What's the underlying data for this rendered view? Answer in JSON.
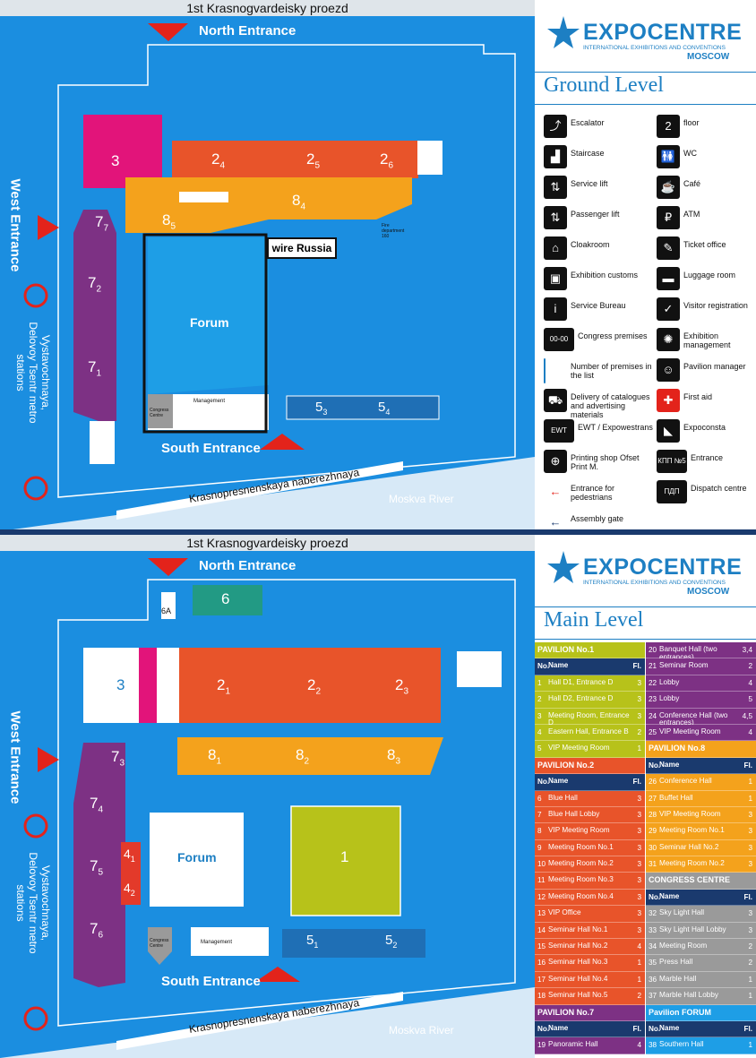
{
  "brand": {
    "name": "EXPOCENTRE",
    "tagline": "INTERNATIONAL EXHIBITIONS AND CONVENTIONS",
    "city": "MOSCOW"
  },
  "colors": {
    "water": "#1b8ee0",
    "river": "#d7e9f7",
    "pav3": "#e2147a",
    "pav2": "#e8542a",
    "pav8": "#f4a21c",
    "pav7": "#7d3184",
    "pav5": "#1f6fb5",
    "forum": "#1e9ee6",
    "pav1": "#b7c21a",
    "pav6": "#229a84",
    "pav4": "#e33a2a",
    "grey": "#9a9a9a"
  },
  "ground": {
    "title": "Ground Level",
    "road_top": "1st Krasnogvardeisky proezd",
    "north": "North Entrance",
    "south": "South Entrance",
    "west": "West Entrance",
    "metro": "Vystavochnaya, Delovoy Tsentr metro stations",
    "embankment": "Krasnopresnenskaya naberezhnaya",
    "river": "Moskva River",
    "highlight": "wire Russia",
    "forum": "Forum",
    "management": "Management",
    "congress": "Congress Centre",
    "fire": "Fire department 160",
    "pavilions": [
      {
        "main": "3",
        "sub": ""
      },
      {
        "main": "2",
        "sub": "4"
      },
      {
        "main": "2",
        "sub": "5"
      },
      {
        "main": "2",
        "sub": "6"
      },
      {
        "main": "8",
        "sub": "4"
      },
      {
        "main": "8",
        "sub": "5"
      },
      {
        "main": "7",
        "sub": "7"
      },
      {
        "main": "7",
        "sub": "2"
      },
      {
        "main": "7",
        "sub": "1"
      },
      {
        "main": "5",
        "sub": "3"
      },
      {
        "main": "5",
        "sub": "4"
      }
    ],
    "legend": [
      {
        "icon": "escalator-icon",
        "glyph": "⤴",
        "label": "Escalator"
      },
      {
        "icon": "floor-icon",
        "glyph": "2",
        "label": "floor"
      },
      {
        "icon": "staircase-icon",
        "glyph": "▟",
        "label": "Staircase"
      },
      {
        "icon": "wc-icon",
        "glyph": "🚻",
        "label": "WC"
      },
      {
        "icon": "service-lift-icon",
        "glyph": "⇅",
        "label": "Service lift"
      },
      {
        "icon": "cafe-icon",
        "glyph": "☕",
        "label": "Café"
      },
      {
        "icon": "passenger-lift-icon",
        "glyph": "⇅",
        "label": "Passenger lift"
      },
      {
        "icon": "atm-icon",
        "glyph": "₽",
        "label": "ATM"
      },
      {
        "icon": "cloakroom-icon",
        "glyph": "⌂",
        "label": "Cloakroom"
      },
      {
        "icon": "ticket-icon",
        "glyph": "✎",
        "label": "Ticket office"
      },
      {
        "icon": "customs-icon",
        "glyph": "▣",
        "label": "Exhibition customs"
      },
      {
        "icon": "luggage-icon",
        "glyph": "▬",
        "label": "Luggage room"
      },
      {
        "icon": "service-bureau-icon",
        "glyph": "i",
        "label": "Service Bureau"
      },
      {
        "icon": "visitor-registration-icon",
        "glyph": "✓",
        "label": "Visitor registration"
      },
      {
        "icon": "congress-premises-icon",
        "glyph": "00-00",
        "label": "Congress premises"
      },
      {
        "icon": "exhibition-management-icon",
        "glyph": "✺",
        "label": "Exhibition management"
      },
      {
        "icon": "premises-number-icon",
        "glyph": "",
        "label": "Number of premises in the list"
      },
      {
        "icon": "pavilion-manager-icon",
        "glyph": "☺",
        "label": "Pavilion manager"
      },
      {
        "icon": "delivery-icon",
        "glyph": "⛟",
        "label": "Delivery of catalogues and advertising materials"
      },
      {
        "icon": "first-aid-icon",
        "glyph": "✚",
        "label": "First aid"
      },
      {
        "icon": "ewt-icon",
        "glyph": "EWT",
        "label": "EWT / Expowestrans"
      },
      {
        "icon": "expoconsta-icon",
        "glyph": "◣",
        "label": "Expoconsta"
      },
      {
        "icon": "printing-icon",
        "glyph": "⊕",
        "label": "Printing shop Ofset Print M."
      },
      {
        "icon": "kpp-icon",
        "glyph": "КПП №5",
        "label": "Entrance"
      },
      {
        "icon": "pedestrian-entrance-icon",
        "glyph": "←",
        "label": "Entrance for pedestrians"
      },
      {
        "icon": "dispatch-icon",
        "glyph": "ПДП",
        "label": "Dispatch centre"
      },
      {
        "icon": "assembly-gate-icon",
        "glyph": "←",
        "label": "Assembly gate"
      }
    ]
  },
  "main": {
    "title": "Main Level",
    "road_top": "1st Krasnogvardeisky proezd",
    "north": "North Entrance",
    "south": "South Entrance",
    "west": "West Entrance",
    "metro": "Vystavochnaya, Delovoy Tsentr metro stations",
    "embankment": "Krasnopresnenskaya naberezhnaya",
    "river": "Moskva River",
    "forum": "Forum",
    "management": "Management",
    "congress": "Congress Centre",
    "pavilions": [
      {
        "main": "6",
        "sub": ""
      },
      {
        "main": "6A",
        "sub": ""
      },
      {
        "main": "3",
        "sub": ""
      },
      {
        "main": "2",
        "sub": "1"
      },
      {
        "main": "2",
        "sub": "2"
      },
      {
        "main": "2",
        "sub": "3"
      },
      {
        "main": "8",
        "sub": "1"
      },
      {
        "main": "8",
        "sub": "2"
      },
      {
        "main": "8",
        "sub": "3"
      },
      {
        "main": "7",
        "sub": "3"
      },
      {
        "main": "7",
        "sub": "4"
      },
      {
        "main": "7",
        "sub": "5"
      },
      {
        "main": "7",
        "sub": "6"
      },
      {
        "main": "4",
        "sub": "1"
      },
      {
        "main": "4",
        "sub": "2"
      },
      {
        "main": "1",
        "sub": ""
      },
      {
        "main": "5",
        "sub": "1"
      },
      {
        "main": "5",
        "sub": "2"
      }
    ],
    "table_left": [
      {
        "kind": "sec",
        "text": "PAVILION No.1",
        "color": "#b7c21a"
      },
      {
        "kind": "hd",
        "n": "No.",
        "t": "Name",
        "f": "Fl."
      },
      {
        "kind": "row",
        "n": "1",
        "t": "Hall D1, Entrance D",
        "f": "3",
        "color": "#b7c21a"
      },
      {
        "kind": "row",
        "n": "2",
        "t": "Hall D2, Entrance D",
        "f": "3",
        "color": "#b7c21a"
      },
      {
        "kind": "row",
        "n": "3",
        "t": "Meeting Room, Entrance D",
        "f": "3",
        "color": "#b7c21a"
      },
      {
        "kind": "row",
        "n": "4",
        "t": "Eastern Hall, Entrance B",
        "f": "2",
        "color": "#b7c21a"
      },
      {
        "kind": "row",
        "n": "5",
        "t": "VIP Meeting Room",
        "f": "1",
        "color": "#b7c21a"
      },
      {
        "kind": "sec",
        "text": "PAVILION No.2",
        "color": "#e8542a"
      },
      {
        "kind": "hd",
        "n": "No.",
        "t": "Name",
        "f": "Fl."
      },
      {
        "kind": "row",
        "n": "6",
        "t": "Blue Hall",
        "f": "3",
        "color": "#e8542a"
      },
      {
        "kind": "row",
        "n": "7",
        "t": "Blue Hall Lobby",
        "f": "3",
        "color": "#e8542a"
      },
      {
        "kind": "row",
        "n": "8",
        "t": "VIP Meeting Room",
        "f": "3",
        "color": "#e8542a"
      },
      {
        "kind": "row",
        "n": "9",
        "t": "Meeting Room No.1",
        "f": "3",
        "color": "#e8542a"
      },
      {
        "kind": "row",
        "n": "10",
        "t": "Meeting Room No.2",
        "f": "3",
        "color": "#e8542a"
      },
      {
        "kind": "row",
        "n": "11",
        "t": "Meeting Room No.3",
        "f": "3",
        "color": "#e8542a"
      },
      {
        "kind": "row",
        "n": "12",
        "t": "Meeting Room No.4",
        "f": "3",
        "color": "#e8542a"
      },
      {
        "kind": "row",
        "n": "13",
        "t": "VIP Office",
        "f": "3",
        "color": "#e8542a"
      },
      {
        "kind": "row",
        "n": "14",
        "t": "Seminar Hall No.1",
        "f": "3",
        "color": "#e8542a"
      },
      {
        "kind": "row",
        "n": "15",
        "t": "Seminar Hall No.2",
        "f": "4",
        "color": "#e8542a"
      },
      {
        "kind": "row",
        "n": "16",
        "t": "Seminar Hall No.3",
        "f": "1",
        "color": "#e8542a"
      },
      {
        "kind": "row",
        "n": "17",
        "t": "Seminar Hall No.4",
        "f": "1",
        "color": "#e8542a"
      },
      {
        "kind": "row",
        "n": "18",
        "t": "Seminar Hall No.5",
        "f": "2",
        "color": "#e8542a"
      },
      {
        "kind": "sec",
        "text": "PAVILION No.7",
        "color": "#7d3184"
      },
      {
        "kind": "hd",
        "n": "No.",
        "t": "Name",
        "f": "Fl."
      },
      {
        "kind": "row",
        "n": "19",
        "t": "Panoramic Hall",
        "f": "4",
        "color": "#7d3184"
      }
    ],
    "table_right": [
      {
        "kind": "row",
        "n": "20",
        "t": "Banquet Hall (two entrances)",
        "f": "3,4",
        "color": "#7d3184"
      },
      {
        "kind": "row",
        "n": "21",
        "t": "Seminar Room",
        "f": "2",
        "color": "#7d3184"
      },
      {
        "kind": "row",
        "n": "22",
        "t": "Lobby",
        "f": "4",
        "color": "#7d3184"
      },
      {
        "kind": "row",
        "n": "23",
        "t": "Lobby",
        "f": "5",
        "color": "#7d3184"
      },
      {
        "kind": "row",
        "n": "24",
        "t": "Conference Hall (two entrances)",
        "f": "4,5",
        "color": "#7d3184"
      },
      {
        "kind": "row",
        "n": "25",
        "t": "VIP Meeting Room",
        "f": "4",
        "color": "#7d3184"
      },
      {
        "kind": "sec",
        "text": "PAVILION No.8",
        "color": "#f4a21c"
      },
      {
        "kind": "hd",
        "n": "No.",
        "t": "Name",
        "f": "Fl."
      },
      {
        "kind": "row",
        "n": "26",
        "t": "Conference Hall",
        "f": "1",
        "color": "#f4a21c"
      },
      {
        "kind": "row",
        "n": "27",
        "t": "Buffet Hall",
        "f": "1",
        "color": "#f4a21c"
      },
      {
        "kind": "row",
        "n": "28",
        "t": "VIP Meeting Room",
        "f": "3",
        "color": "#f4a21c"
      },
      {
        "kind": "row",
        "n": "29",
        "t": "Meeting Room No.1",
        "f": "3",
        "color": "#f4a21c"
      },
      {
        "kind": "row",
        "n": "30",
        "t": "Seminar Hall No.2",
        "f": "3",
        "color": "#f4a21c"
      },
      {
        "kind": "row",
        "n": "31",
        "t": "Meeting Room No.2",
        "f": "3",
        "color": "#f4a21c"
      },
      {
        "kind": "sec",
        "text": "CONGRESS CENTRE",
        "color": "#9a9a9a"
      },
      {
        "kind": "hd",
        "n": "No.",
        "t": "Name",
        "f": "Fl."
      },
      {
        "kind": "row",
        "n": "32",
        "t": "Sky Light Hall",
        "f": "3",
        "color": "#9a9a9a"
      },
      {
        "kind": "row",
        "n": "33",
        "t": "Sky Light Hall Lobby",
        "f": "3",
        "color": "#9a9a9a"
      },
      {
        "kind": "row",
        "n": "34",
        "t": "Meeting Room",
        "f": "2",
        "color": "#9a9a9a"
      },
      {
        "kind": "row",
        "n": "35",
        "t": "Press Hall",
        "f": "2",
        "color": "#9a9a9a"
      },
      {
        "kind": "row",
        "n": "36",
        "t": "Marble Hall",
        "f": "1",
        "color": "#9a9a9a"
      },
      {
        "kind": "row",
        "n": "37",
        "t": "Marble Hall Lobby",
        "f": "1",
        "color": "#9a9a9a"
      },
      {
        "kind": "sec",
        "text": "Pavilion FORUM",
        "color": "#1e9ee6"
      },
      {
        "kind": "hd",
        "n": "No.",
        "t": "Name",
        "f": "Fl."
      },
      {
        "kind": "row",
        "n": "38",
        "t": "Southern Hall",
        "f": "1",
        "color": "#1e9ee6"
      }
    ]
  }
}
